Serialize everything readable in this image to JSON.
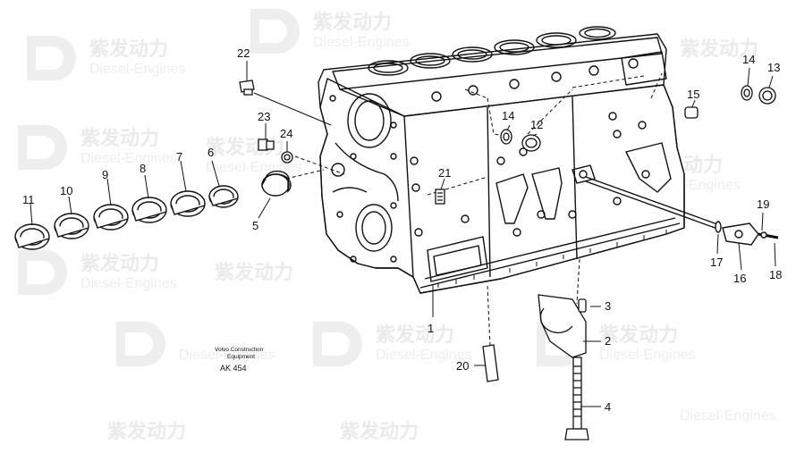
{
  "watermark": {
    "brand": "紫发动力",
    "sub": "Diesel-Engines"
  },
  "caption": {
    "line1": "Volvo Construction",
    "line2": "Equipment",
    "code": "AK 454"
  },
  "callouts": {
    "c1": "1",
    "c2": "2",
    "c3": "3",
    "c4": "4",
    "c5": "5",
    "c6": "6",
    "c7": "7",
    "c8": "8",
    "c9": "9",
    "c10": "10",
    "c11": "11",
    "c12": "12",
    "c13": "13",
    "c14a": "14",
    "c14b": "14",
    "c15": "15",
    "c16": "16",
    "c17": "17",
    "c18": "18",
    "c19": "19",
    "c20": "20",
    "c21": "21",
    "c22": "22",
    "c23": "23",
    "c24": "24"
  }
}
